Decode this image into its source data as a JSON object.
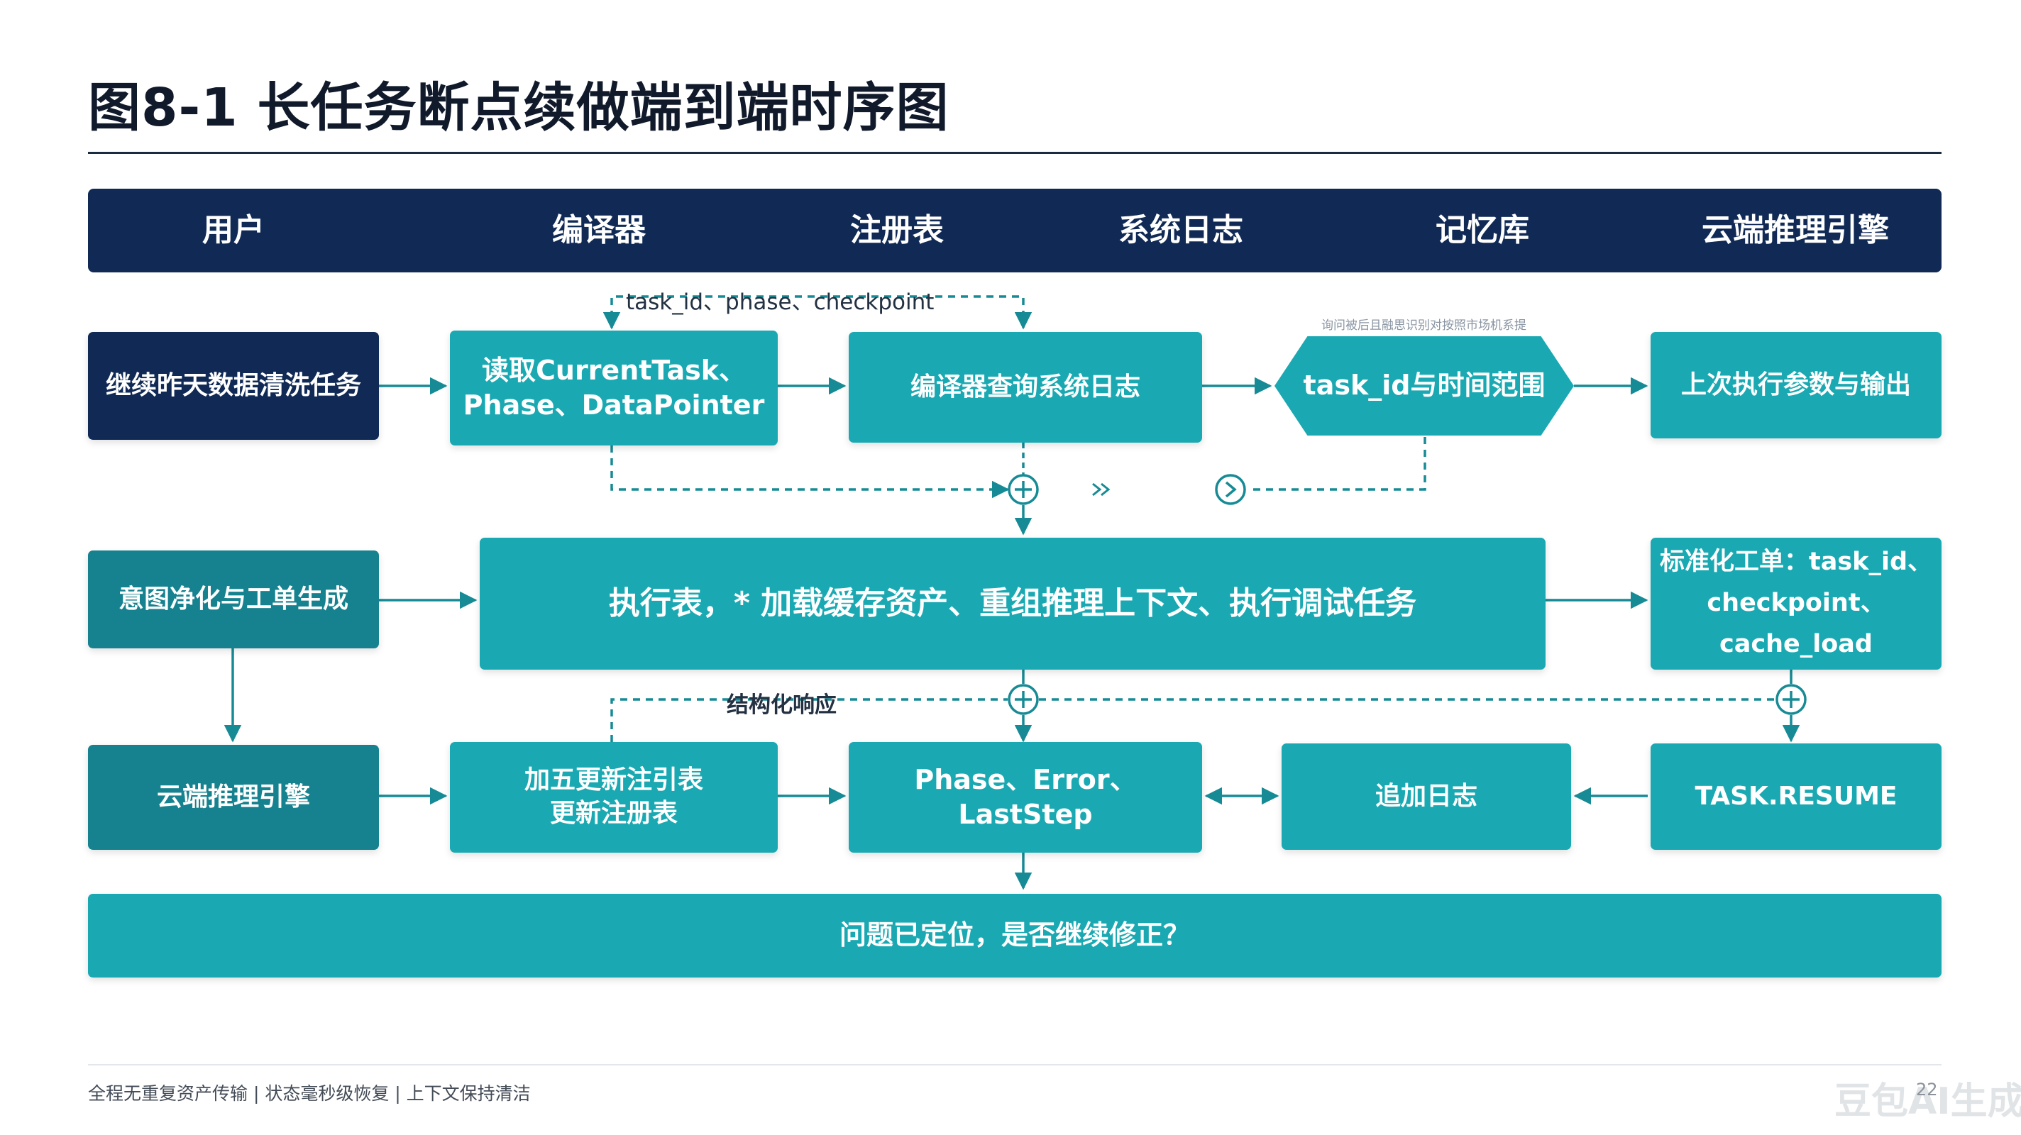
{
  "title": "图8-1 长任务断点续做端到端时序图",
  "lanes": [
    "用户",
    "编译器",
    "注册表",
    "系统日志",
    "记忆库",
    "云端推理引擎"
  ],
  "nodes": {
    "continue_task": "继续昨天数据清洗任务",
    "read_current": "读取CurrentTask、\nPhase、DataPointer",
    "compiler_query": "编译器查询系统日志",
    "taskid_range": "task_id与时间范围",
    "last_params": "上次执行参数与输出",
    "intent_purify": "意图净化与工单生成",
    "execute_main": "执行表，* 加载缓存资产、重组推理上下文、执行调试任务",
    "standard_ticket": "标准化工单：task_id、\ncheckpoint、cache_load",
    "cloud_engine": "云端推理引擎",
    "update_registry": "加五更新注引表\n更新注册表",
    "phase_error": "Phase、Error、LastStep",
    "append_log": "追加日志",
    "task_resume": "TASK.RESUME",
    "problem_located": "问题已定位，是否继续修正？"
  },
  "labels": {
    "top_flow": "task_id、phase、checkpoint",
    "structured_response": "结构化响应",
    "tiny_note": "询问被后且融思识别对按照市场机系提"
  },
  "footer": "全程无重复资产传输 | 状态毫秒级恢复 | 上下文保持清洁",
  "page_number": "22",
  "watermark": "豆包AI生成",
  "colors": {
    "navy": "#102a55",
    "teal": "#1aa9b2",
    "teal_dark": "#16828f",
    "connector": "#178b95"
  }
}
